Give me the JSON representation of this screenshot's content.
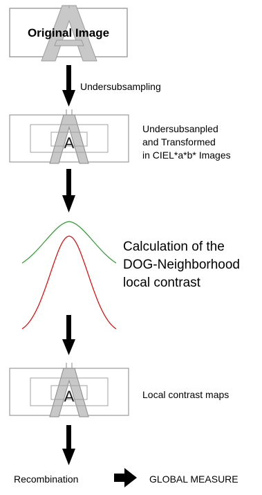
{
  "title_box": {
    "label": "Original Image",
    "glyph": "A"
  },
  "steps": {
    "undersampling": "Undersubsampling",
    "transformed_line1": "Undersubsanpled",
    "transformed_line2": "and Transformed",
    "transformed_line3": "in CIEL*a*b* Images",
    "dog_line1": "Calculation of the",
    "dog_line2": "DOG-Neighborhood",
    "dog_line3": "local contrast",
    "local_maps": "Local contrast maps",
    "recombination": "Recombination",
    "global": "GLOBAL MEASURE"
  },
  "thumb_glyph": "A",
  "colors": {
    "arrow": "#000000",
    "box_border": "#a0a0a0",
    "letter_gray": "#c8c8c8",
    "curve_green": "#2e9b2e",
    "curve_red": "#e00000"
  }
}
